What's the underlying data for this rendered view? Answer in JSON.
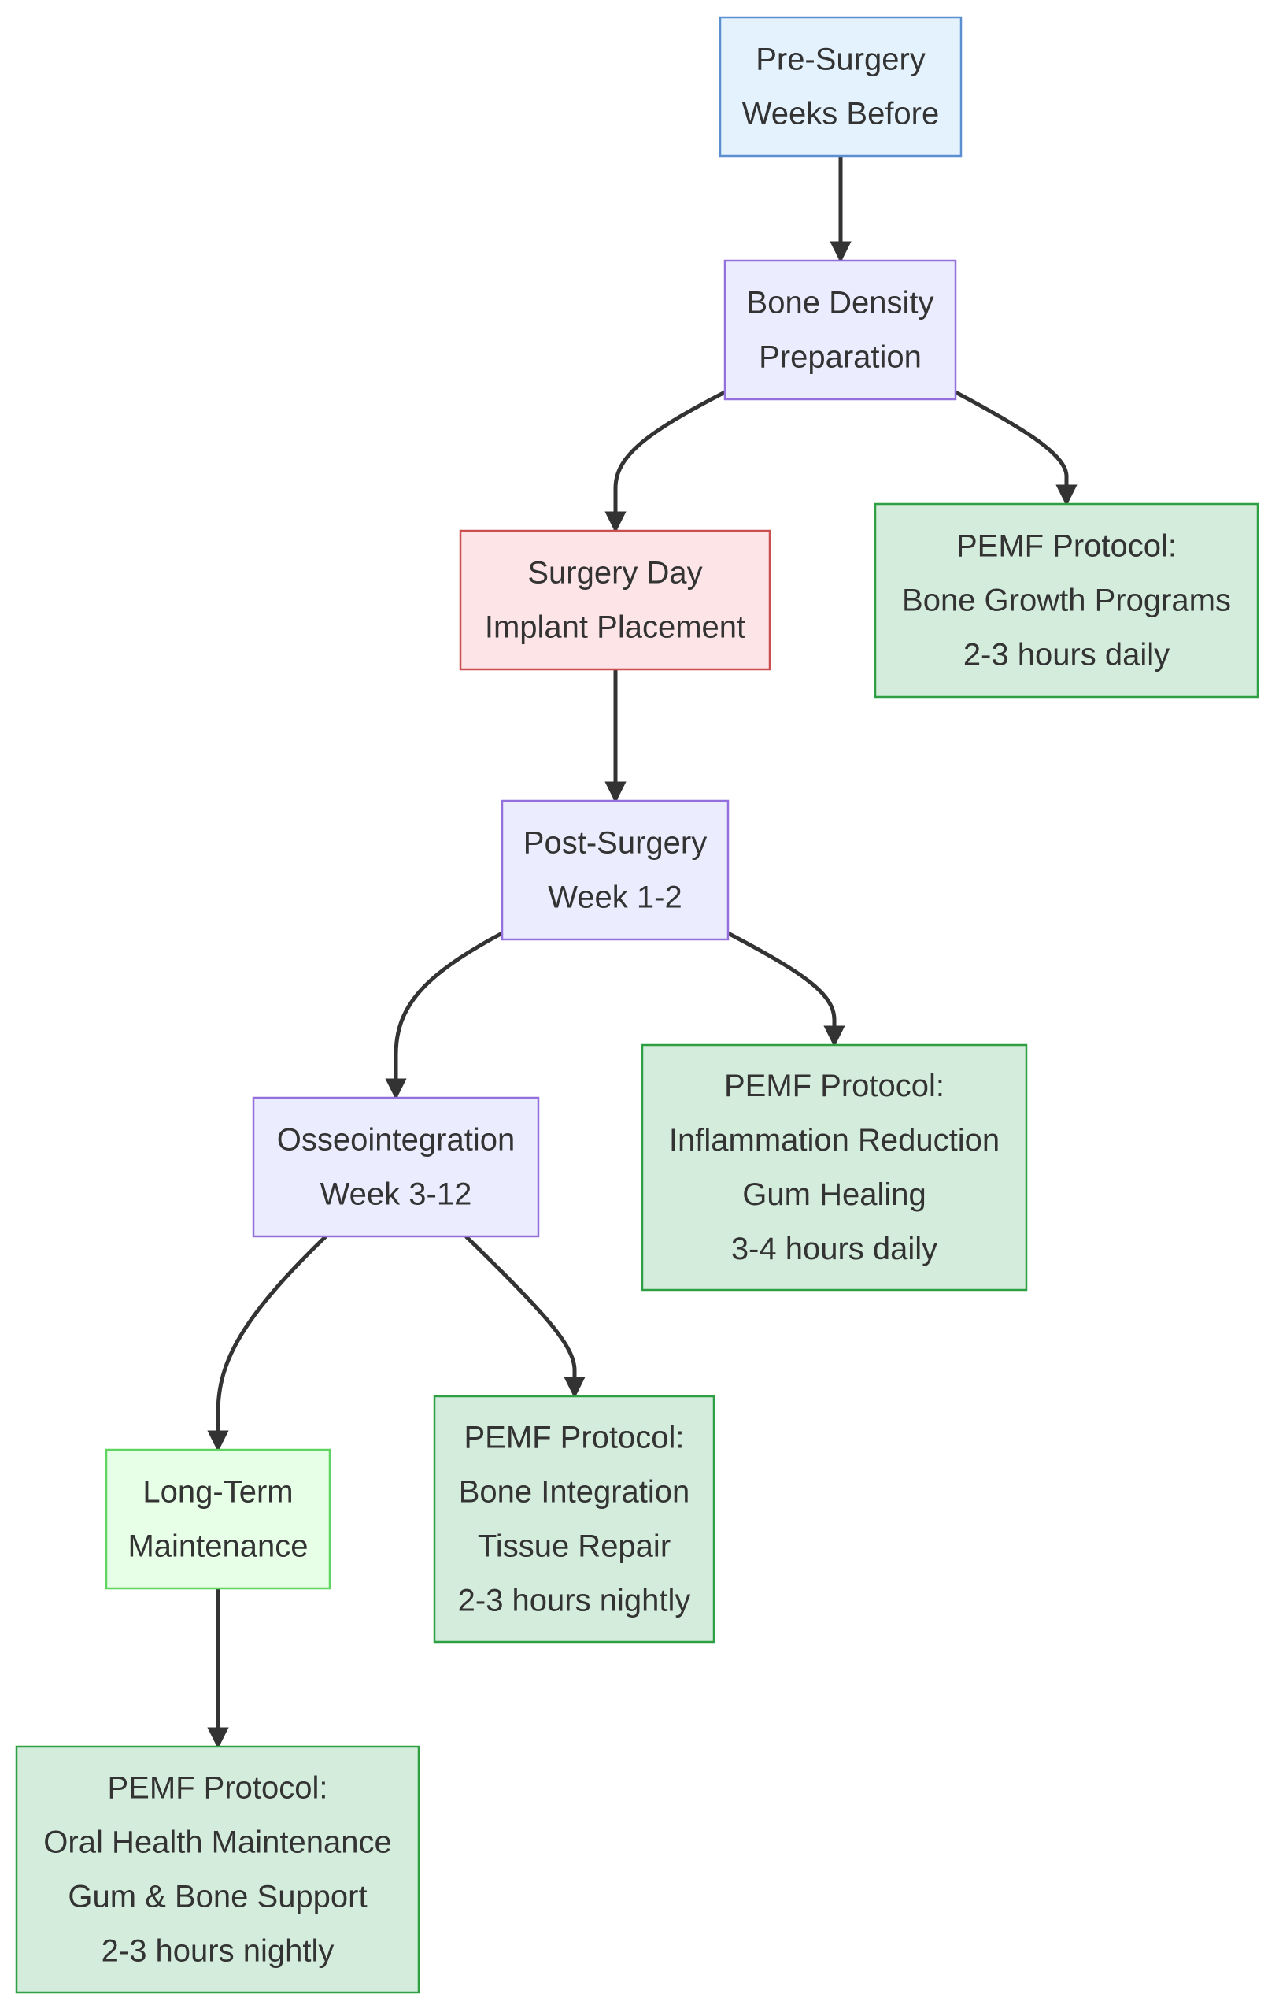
{
  "diagram": {
    "type": "flowchart",
    "direction": "top-down",
    "nodes": [
      {
        "id": "pre_surgery",
        "lines": [
          "Pre-Surgery",
          "Weeks Before"
        ],
        "fill": "#e3f2fd",
        "stroke": "#5b8fd0"
      },
      {
        "id": "bone_density",
        "lines": [
          "Bone Density",
          "Preparation"
        ],
        "fill": "#ececff",
        "stroke": "#9370db"
      },
      {
        "id": "surgery_day",
        "lines": [
          "Surgery Day",
          "Implant Placement"
        ],
        "fill": "#fde4e7",
        "stroke": "#cc4f4f"
      },
      {
        "id": "pemf_bone_growth",
        "lines": [
          "PEMF Protocol:",
          "Bone Growth Programs",
          "2-3 hours daily"
        ],
        "fill": "#d4ecdc",
        "stroke": "#2ea043"
      },
      {
        "id": "post_surgery",
        "lines": [
          "Post-Surgery",
          "Week 1-2"
        ],
        "fill": "#ececff",
        "stroke": "#9370db"
      },
      {
        "id": "osseointegration",
        "lines": [
          "Osseointegration",
          "Week 3-12"
        ],
        "fill": "#ececff",
        "stroke": "#9370db"
      },
      {
        "id": "pemf_inflammation",
        "lines": [
          "PEMF Protocol:",
          "Inflammation Reduction",
          "Gum Healing",
          "3-4 hours daily"
        ],
        "fill": "#d4ecdc",
        "stroke": "#2ea043"
      },
      {
        "id": "long_term",
        "lines": [
          "Long-Term",
          "Maintenance"
        ],
        "fill": "#e6ffe6",
        "stroke": "#5fd45f"
      },
      {
        "id": "pemf_bone_integration",
        "lines": [
          "PEMF Protocol:",
          "Bone Integration",
          "Tissue Repair",
          "2-3 hours nightly"
        ],
        "fill": "#d4ecdc",
        "stroke": "#2ea043"
      },
      {
        "id": "pemf_oral_health",
        "lines": [
          "PEMF Protocol:",
          "Oral Health Maintenance",
          "Gum & Bone Support",
          "2-3 hours nightly"
        ],
        "fill": "#d4ecdc",
        "stroke": "#2ea043"
      }
    ],
    "edges": [
      {
        "from": "pre_surgery",
        "to": "bone_density"
      },
      {
        "from": "bone_density",
        "to": "surgery_day"
      },
      {
        "from": "bone_density",
        "to": "pemf_bone_growth"
      },
      {
        "from": "surgery_day",
        "to": "post_surgery"
      },
      {
        "from": "post_surgery",
        "to": "osseointegration"
      },
      {
        "from": "post_surgery",
        "to": "pemf_inflammation"
      },
      {
        "from": "osseointegration",
        "to": "long_term"
      },
      {
        "from": "osseointegration",
        "to": "pemf_bone_integration"
      },
      {
        "from": "long_term",
        "to": "pemf_oral_health"
      }
    ],
    "edge_color": "#333333",
    "text_color": "#333333"
  }
}
